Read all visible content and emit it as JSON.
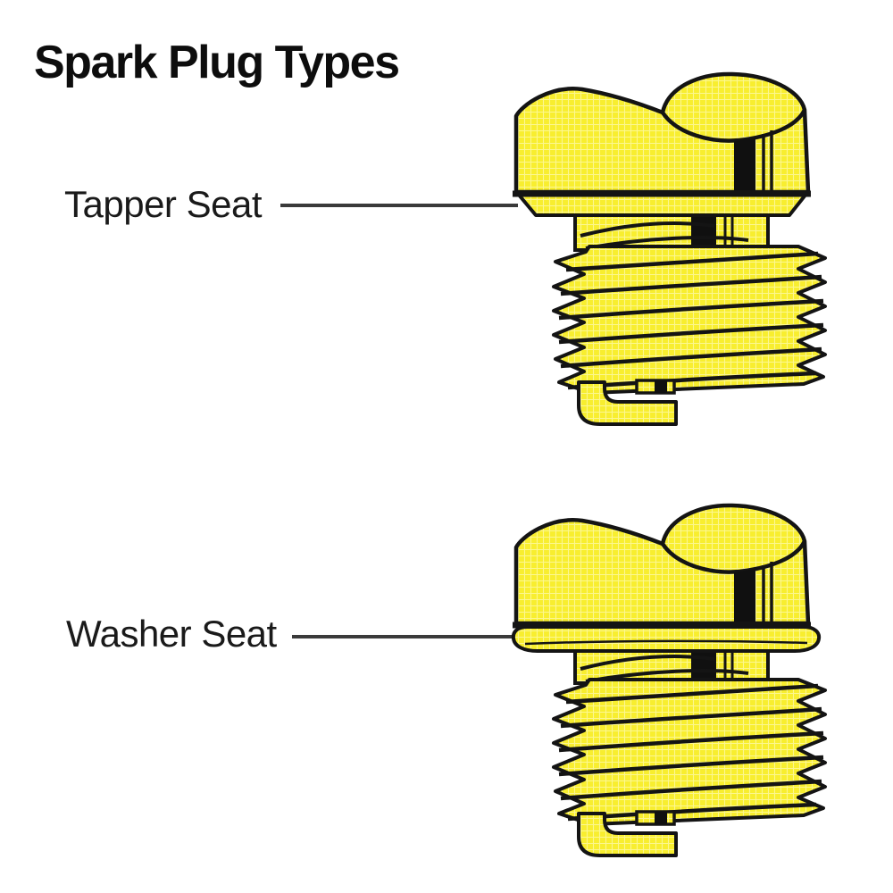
{
  "title": "Spark Plug Types",
  "diagram": {
    "items": [
      {
        "label": "Tapper Seat",
        "illustration": "spark-plug-with-taper-seat"
      },
      {
        "label": "Washer Seat",
        "illustration": "spark-plug-with-washer-seat"
      }
    ]
  },
  "colors": {
    "background": "#FFFFFF",
    "title-text": "#0D0D0D",
    "label-text": "#1A1A1A",
    "leader-line": "#3A3A3A",
    "plug-yellow": "#F8EE2F",
    "plug-yellow-light": "#FCF791",
    "plug-outline": "#141414",
    "plug-shadow": "#101010"
  }
}
